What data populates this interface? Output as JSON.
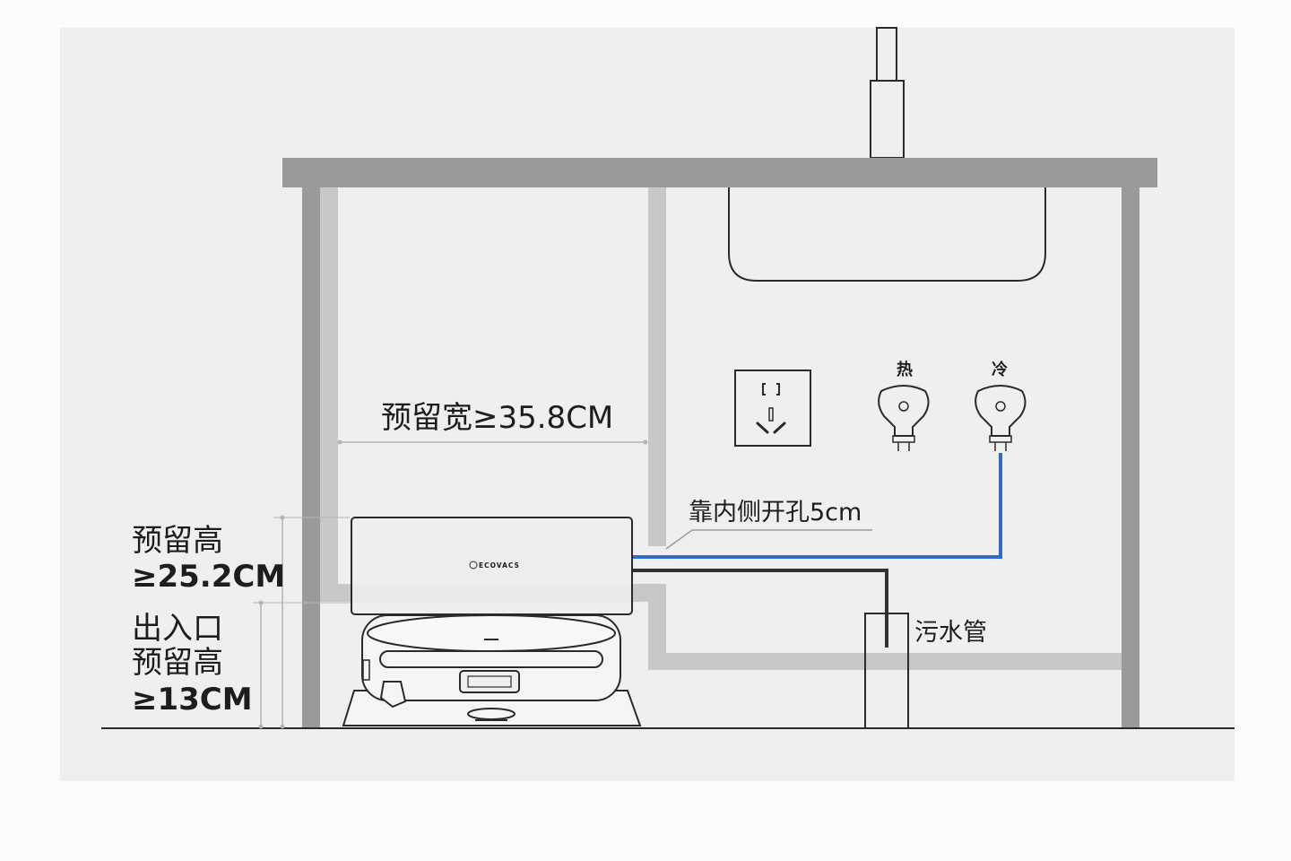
{
  "labels": {
    "width_reserve": "预留宽≥35.8CM",
    "height_reserve_line1": "预留高",
    "height_reserve_line2": "≥25.2CM",
    "entrance_line1": "出入口",
    "entrance_line2": "预留高",
    "entrance_line3": "≥13CM",
    "hole_note": "靠内侧开孔5cm",
    "sewer_pipe": "污水管",
    "hot": "热",
    "cold": "冷",
    "brand": "ECOVACS"
  },
  "colors": {
    "background_panel": "#efeff0",
    "cabinet": "#9a9a9d",
    "cabinet_light": "#c8c8ca",
    "outline": "#2a2a2c",
    "clean_water_pipe": "#2f6bc4",
    "dirty_water_pipe": "#2f3338"
  }
}
